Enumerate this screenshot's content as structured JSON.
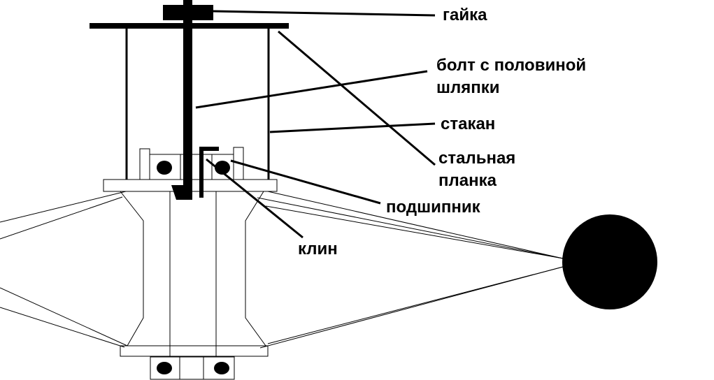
{
  "labels": {
    "nut": "гайка",
    "bolt_line1": "болт с половиной",
    "bolt_line2": "шляпки",
    "cup": "стакан",
    "plate_line1": "стальная",
    "plate_line2": "планка",
    "bearing": "подшипник",
    "wedge": "клин"
  },
  "colors": {
    "ink": "#000000",
    "paper": "#ffffff"
  }
}
